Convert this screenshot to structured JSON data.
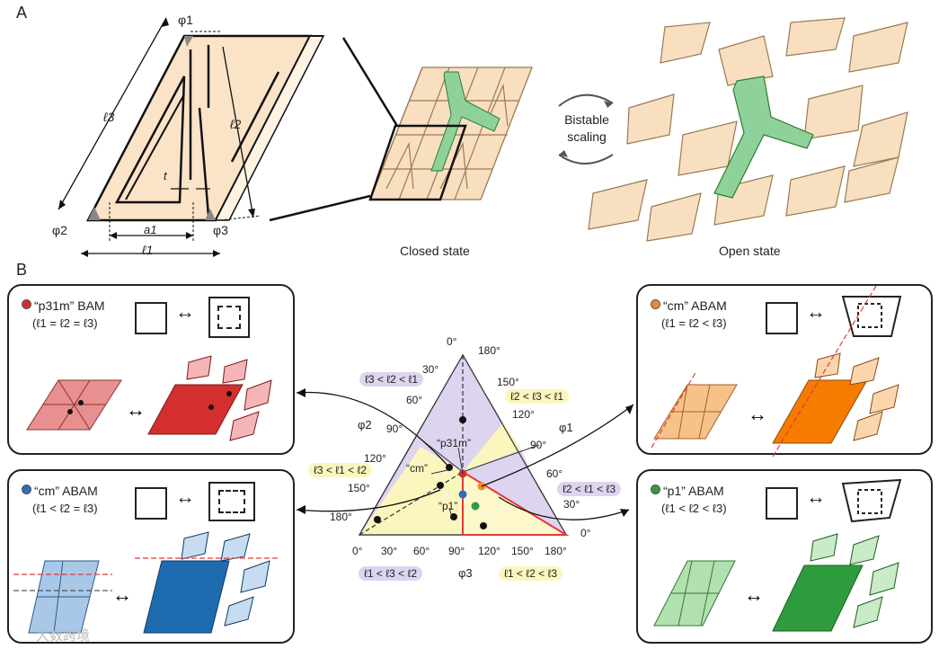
{
  "panels": {
    "a_letter": "A",
    "b_letter": "B"
  },
  "panel_a": {
    "labels": {
      "phi1": "φ1",
      "phi2": "φ2",
      "phi3": "φ3",
      "l1": "ℓ1",
      "l2": "ℓ2",
      "l3": "ℓ3",
      "a1": "a1",
      "t": "t"
    },
    "closed_caption": "Closed state",
    "open_caption": "Open state",
    "bistable_line1": "Bistable",
    "bistable_line2": "scaling"
  },
  "boxes": [
    {
      "id": "p31m",
      "title": "“p31m” BAM",
      "condition": "(ℓ1 = ℓ2 = ℓ3)",
      "dot_color": "#d32f2f",
      "fill": "#e8908f",
      "dark": "#c62828"
    },
    {
      "id": "cm-orange",
      "title": "“cm” ABAM",
      "condition": "(ℓ1 = ℓ2 < ℓ3)",
      "dot_color": "#ef8a2c",
      "fill": "#f6c28a",
      "dark": "#f57c00"
    },
    {
      "id": "cm-blue",
      "title": "“cm” ABAM",
      "condition": "(ℓ1 < ℓ2 = ℓ3)",
      "dot_color": "#2e6fb5",
      "fill": "#a9c8e8",
      "dark": "#1f6bb0"
    },
    {
      "id": "p1",
      "title": "“p1” ABAM",
      "condition": "(ℓ1 < ℓ2 < ℓ3)",
      "dot_color": "#2e9c3e",
      "fill": "#b3e0b0",
      "dark": "#2e9c3e"
    }
  ],
  "arrow_symbol": "↔",
  "ternary": {
    "top_labels": {
      "left": "0°",
      "right": "180°"
    },
    "phi2_axis": {
      "name": "φ2",
      "ticks": [
        "30°",
        "60°",
        "90°",
        "120°",
        "150°",
        "180°"
      ]
    },
    "phi1_axis": {
      "name": "φ1",
      "ticks": [
        "150°",
        "120°",
        "90°",
        "60°",
        "30°",
        "0°"
      ]
    },
    "phi3_axis": {
      "name": "φ3",
      "ticks": [
        "0°",
        "30°",
        "60°",
        "90°",
        "120°",
        "150°",
        "180°"
      ]
    },
    "points": {
      "p31m": "“p31m”",
      "cm": "“cm”",
      "p1": "“p1”"
    },
    "regions": [
      {
        "text": "ℓ3 < ℓ2 < ℓ1",
        "color": "purple"
      },
      {
        "text": "ℓ2 < ℓ3 < ℓ1",
        "color": "yellow"
      },
      {
        "text": "ℓ3 < ℓ1 < ℓ2",
        "color": "yellow"
      },
      {
        "text": "ℓ2 < ℓ1 < ℓ3",
        "color": "purple"
      },
      {
        "text": "ℓ1 < ℓ3 < ℓ2",
        "color": "purple"
      },
      {
        "text": "ℓ1 < ℓ2 < ℓ3",
        "color": "yellow"
      }
    ]
  },
  "watermark": "大数跨境"
}
